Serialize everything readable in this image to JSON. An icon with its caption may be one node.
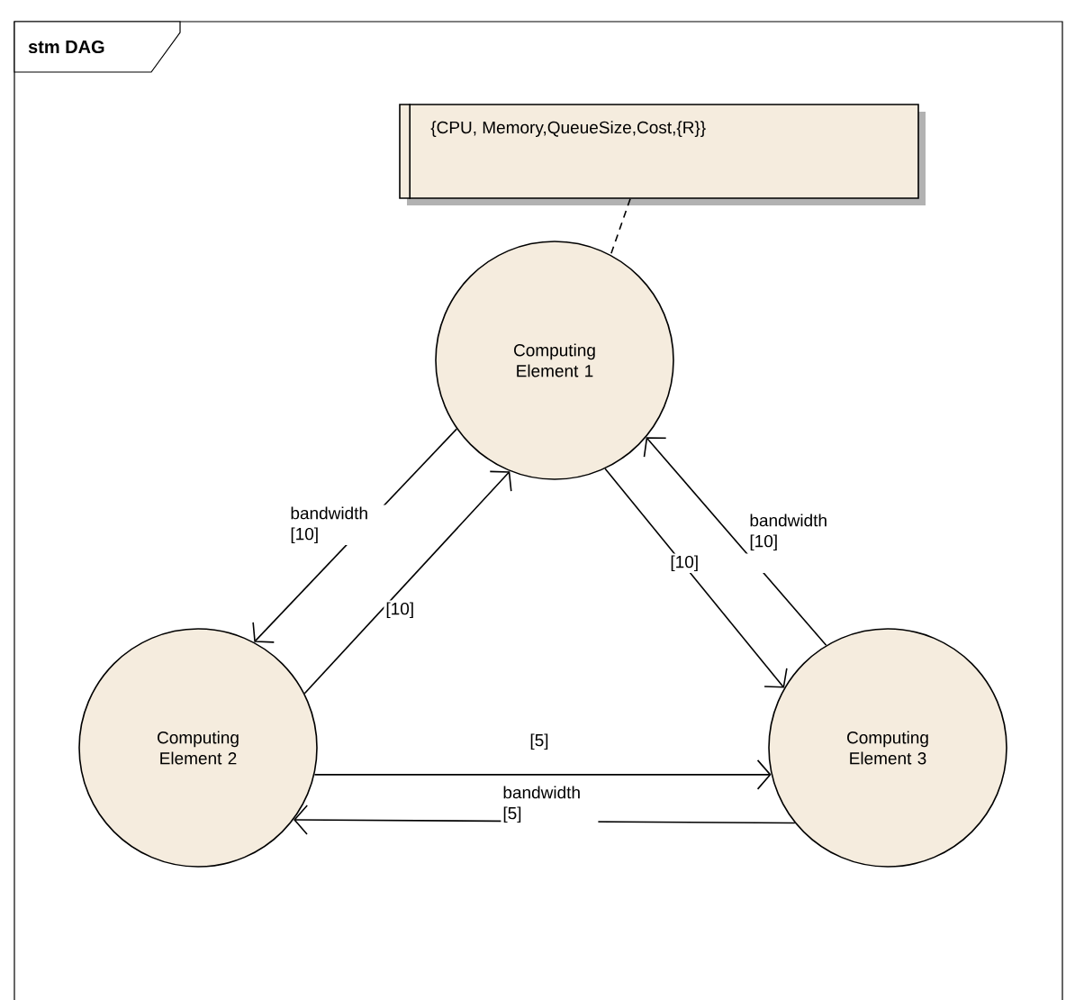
{
  "diagram": {
    "title": "stm DAG",
    "nodes": [
      {
        "text": [
          "{CPU, Memory,QueueSize,Cost,{R}}"
        ]
      },
      {
        "text": [
          "Computing Element 1"
        ]
      },
      {
        "text": [
          "Computing Element 2"
        ]
      },
      {
        "text": [
          "Computing Element 3"
        ]
      }
    ],
    "edges": [
      {
        "from": 0,
        "to": 1,
        "arrow": "none",
        "style": "dashed"
      },
      {
        "from": 1,
        "to": 2,
        "arrow": "to",
        "label": "bandwidth [10]"
      },
      {
        "from": 2,
        "to": 1,
        "arrow": "to",
        "label": "[10]"
      },
      {
        "from": 1,
        "to": 3,
        "arrow": "to",
        "label": "[10]"
      },
      {
        "from": 3,
        "to": 1,
        "arrow": "to",
        "label": "bandwidth [10]"
      },
      {
        "from": 2,
        "to": 3,
        "arrow": "to",
        "label": "[5]"
      },
      {
        "from": 3,
        "to": 2,
        "arrow": "to",
        "label": "bandwidth [5]"
      }
    ]
  }
}
